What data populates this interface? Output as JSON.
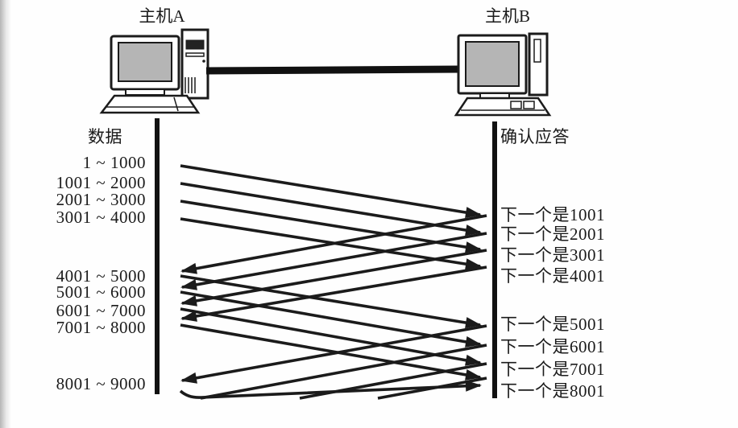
{
  "hosts": {
    "a": "主机A",
    "b": "主机B"
  },
  "data_column": {
    "header": "数据",
    "segments": [
      "1 ~ 1000",
      "1001 ~ 2000",
      "2001 ~ 3000",
      "3001 ~ 4000",
      "4001 ~ 5000",
      "5001 ~ 6000",
      "6001 ~ 7000",
      "7001 ~ 8000",
      "8001 ~ 9000"
    ]
  },
  "ack_column": {
    "header": "确认应答",
    "acks": [
      "下一个是1001",
      "下一个是2001",
      "下一个是3001",
      "下一个是4001",
      "下一个是5001",
      "下一个是6001",
      "下一个是7001",
      "下一个是8001"
    ]
  },
  "colors": {
    "ink": "#1b1b1b",
    "screen_fill": "#b5b5b5",
    "background": "#ffffff"
  }
}
